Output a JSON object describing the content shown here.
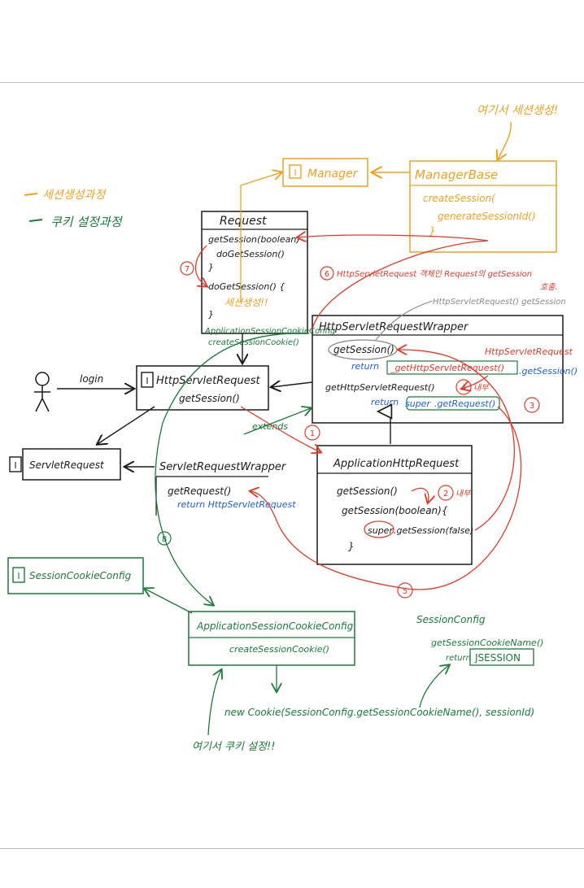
{
  "colors": {
    "black": "#1a1a1a",
    "orange": "#f0a020",
    "green": "#1a7a3a",
    "red": "#e03a28",
    "blue": "#1f5fd6",
    "gray": "#888888"
  },
  "legend": {
    "session_process": "세션생성과정",
    "cookie_process": "쿠키 설정과정"
  },
  "top_note": "여기서 세션생성!",
  "bottom_note": "여기서 쿠키 설정!!",
  "actor": {
    "login": "login"
  },
  "manager": {
    "label": "Manager",
    "badge": "I"
  },
  "manager_base": {
    "title": "ManagerBase",
    "method1": "createSession(",
    "method2": "generateSessionId()",
    "brace": "}"
  },
  "request": {
    "title": "Request",
    "m1": "getSession(boolean)",
    "m2": "doGetSession()",
    "m3": "}",
    "m4": "doGetSession() {",
    "m5": "세션생성!!",
    "m6": "}",
    "g1": "ApplicationSessionCookieConfig",
    "g2": "createSessionCookie()"
  },
  "http_servlet_request": {
    "badge": "I",
    "title": "HttpServletRequest",
    "method": "getSession()"
  },
  "servlet_request": {
    "badge": "I",
    "title": "ServletRequest"
  },
  "wrapper": {
    "title": "HttpServletRequestWrapper",
    "m1": "getSession()",
    "ret": "return",
    "m2": "_getHttpServletRequest()",
    "m2b": ".getSession()",
    "m3": "getHttpServletRequest()",
    "ret2": "return",
    "m4": "super",
    "m4b": ".getRequest()",
    "tag": "HttpServletRequest"
  },
  "servlet_request_wrapper": {
    "title": "ServletRequestWrapper",
    "method": "getRequest()",
    "ret": "return HttpServletRequest"
  },
  "app_http_request": {
    "title": "ApplicationHttpRequest",
    "m1": "getSession()",
    "m2": "getSession(boolean){",
    "m3": "super",
    "m3b": ".getSession(false)",
    "m4": "}",
    "internal": "내부"
  },
  "session_cookie_config": {
    "badge": "I",
    "title": "SessionCookieConfig"
  },
  "app_session_cookie_config": {
    "title": "ApplicationSessionCookieConfig",
    "method": "createSessionCookie()"
  },
  "session_config": {
    "title": "SessionConfig",
    "method": "getSessionCookieName()",
    "ret": "return",
    "value": "JSESSION"
  },
  "new_cookie": "new Cookie(SessionConfig.getSessionCookieName(), sessionId)",
  "extends": "extends",
  "steps": {
    "s1": "1",
    "s2": "2",
    "s2t": "내부",
    "s3": "3",
    "s4": "4",
    "s4t": "내부",
    "s5": "5",
    "s6": "6",
    "s6t": "HttpServletRequest 객체인 Request의 getSession",
    "s6t2": "호출.",
    "s7": "7",
    "s8": "8",
    "gray_note": "HttpServletRequest() getSession"
  }
}
